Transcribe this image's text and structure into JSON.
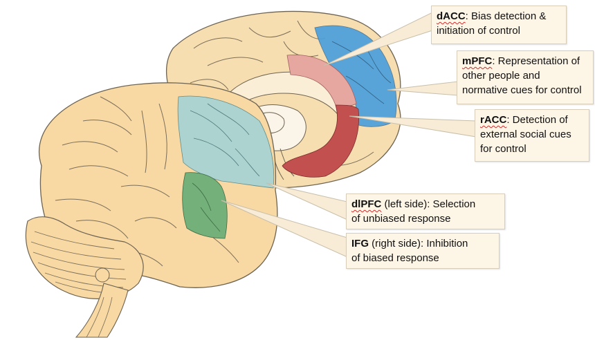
{
  "colors": {
    "brain_fill": "#f7deb0",
    "brain_outer": "#f8d8a3",
    "brain_stroke": "#6d6351",
    "dacc_blue": "#4ba0dc",
    "mpfc_pink": "#e6a7a1",
    "racc_red": "#c1504f",
    "dlpfc_teal": "#a9d3d3",
    "ifg_green": "#74b07a",
    "leader_line": "#c8bea9",
    "box_bg": "#fdf5e6"
  },
  "labels": [
    {
      "id": "dacc",
      "abbr": "dACC",
      "abbr_underlined": true,
      "separator": ":",
      "description": " Bias detection &\ninitiation of control"
    },
    {
      "id": "mpfc",
      "abbr": "mPFC",
      "abbr_underlined": true,
      "separator": ":",
      "description": " Representation of\nother people and\nnormative cues for control"
    },
    {
      "id": "racc",
      "abbr": "rACC",
      "abbr_underlined": true,
      "separator": ":",
      "description": " Detection of\nexternal social cues\nfor control"
    },
    {
      "id": "dlpfc",
      "abbr": "dlPFC",
      "abbr_underlined": true,
      "separator": "",
      "description": " (left side): Selection\nof unbiased response"
    },
    {
      "id": "ifg",
      "abbr": "IFG",
      "abbr_underlined": false,
      "separator": "",
      "description": " (right side): Inhibition\nof biased response"
    }
  ]
}
